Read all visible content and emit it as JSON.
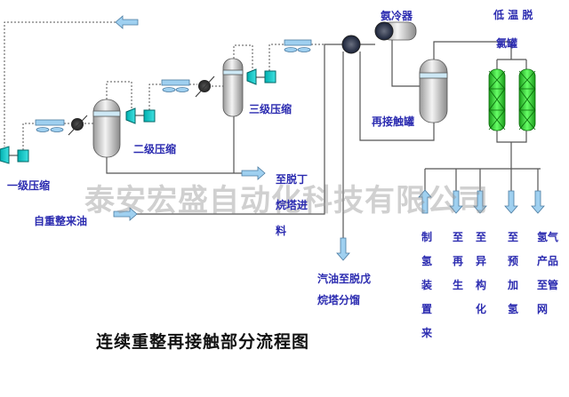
{
  "title": "连续重整再接触部分流程图",
  "watermark": "泰安宏盛自动化科技有限公司",
  "labels": {
    "stage1": "一级压缩",
    "stage2": "二级压缩",
    "stage3": "三级压缩",
    "feed": "自重整来油",
    "to_debutanizer": "至脱丁烷塔进料",
    "gasoline": "汽油至脱戊烷塔分馏",
    "ammonia_cooler": "氨冷器",
    "recontact_tank": "再接触罐",
    "dechlorination_1": "低 温 脱",
    "dechlorination_2": "氯罐"
  },
  "outlets": [
    "制氢装置来",
    "至再生",
    "至异构化",
    "至预加氢",
    "氢气产品至管网"
  ],
  "colors": {
    "text": "#2b2bb0",
    "arrow": "#9fd0f0",
    "bed": "#22cc22",
    "motor": "#00c0c0"
  }
}
